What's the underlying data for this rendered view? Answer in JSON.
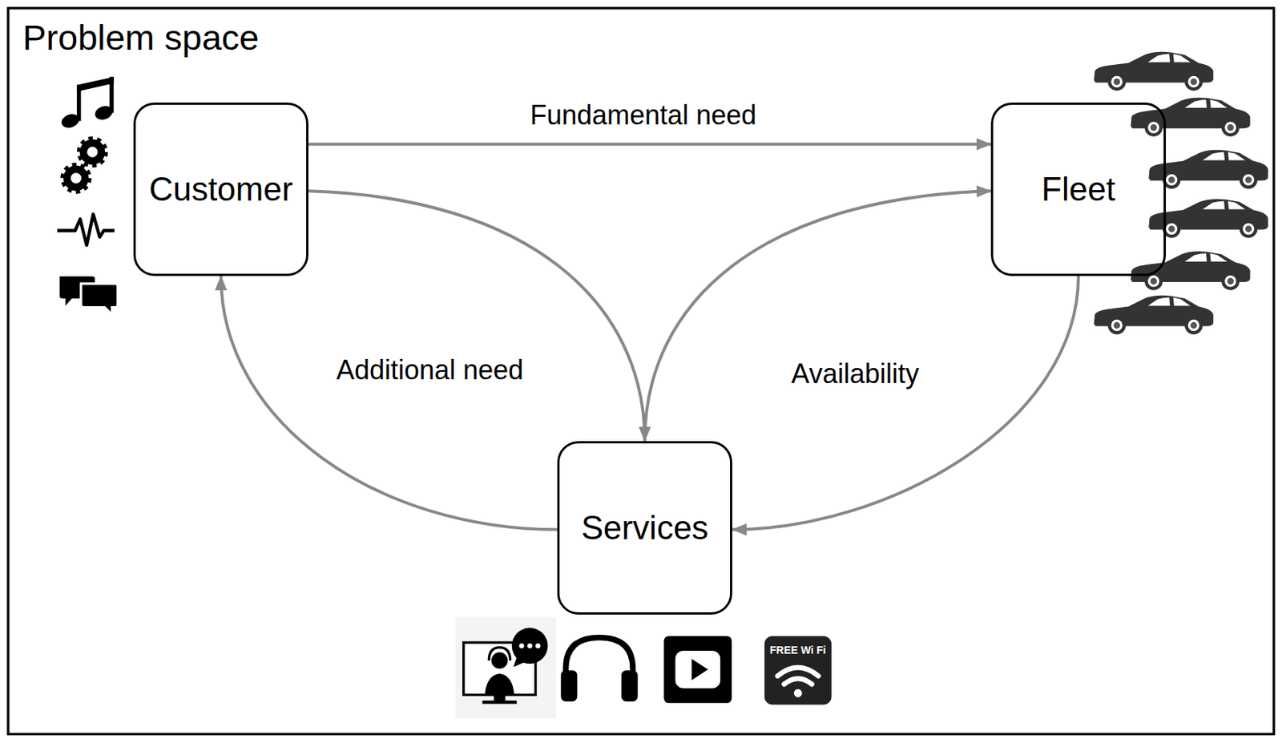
{
  "diagram": {
    "title": "Problem space",
    "nodes": [
      {
        "text": [
          "Customer"
        ]
      },
      {
        "text": [
          "Fleet"
        ]
      },
      {
        "text": [
          "Services"
        ]
      }
    ],
    "edges": [
      {
        "from": 0,
        "to": 1,
        "label": "Fundamental need",
        "arrow": "to"
      },
      {
        "from": 0,
        "to": 2,
        "arrow": "to"
      },
      {
        "from": 2,
        "to": 1,
        "arrow": "to"
      },
      {
        "from": 1,
        "to": 2,
        "label": "Availability",
        "arrow": "to"
      },
      {
        "from": 2,
        "to": 0,
        "label": "Additional need",
        "arrow": "to"
      }
    ],
    "labels": [
      "FREE Wi Fi"
    ]
  }
}
